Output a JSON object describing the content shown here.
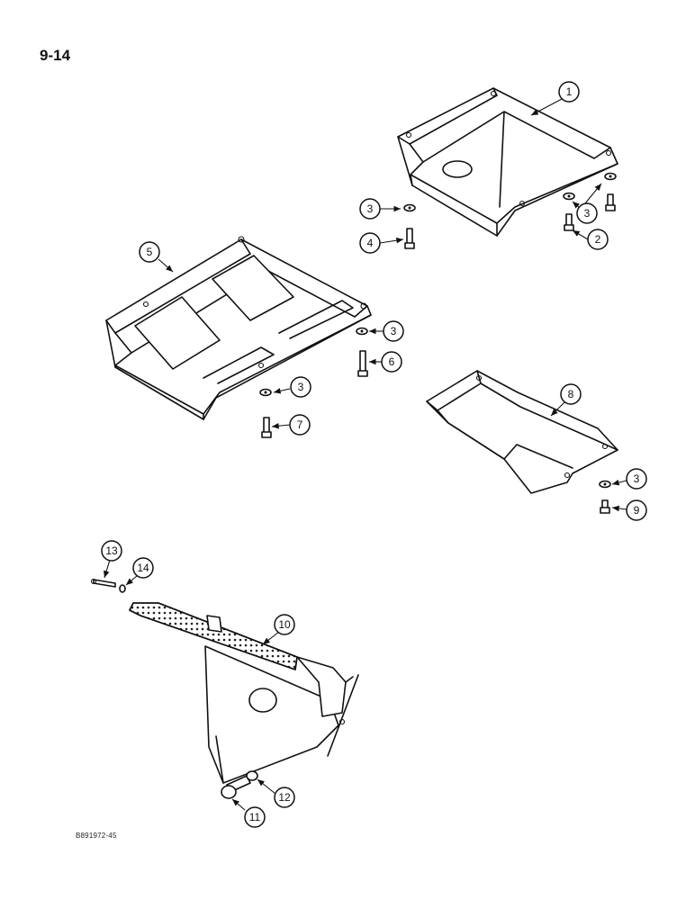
{
  "page_number": "9-14",
  "figure_code": "B891972-45",
  "callouts": [
    "1",
    "2",
    "3",
    "3",
    "3",
    "4",
    "5",
    "3",
    "6",
    "3",
    "7",
    "8",
    "3",
    "9",
    "10",
    "11",
    "12",
    "13",
    "14"
  ]
}
